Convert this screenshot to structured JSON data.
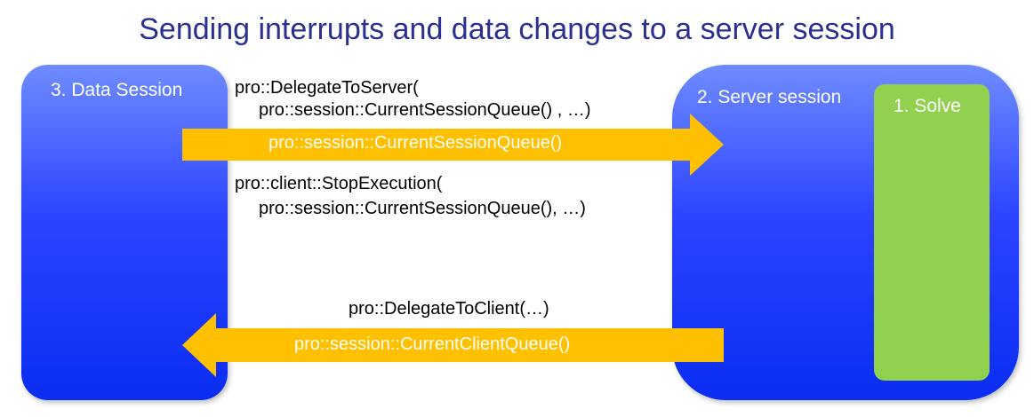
{
  "title": "Sending interrupts and data changes to a server session",
  "boxes": {
    "data_session": "3. Data Session",
    "server_session": "2. Server session",
    "solve": "1. Solve"
  },
  "calls": {
    "delegate_to_server_line1": "pro::DelegateToServer(",
    "delegate_to_server_line2": "pro::session::CurrentSessionQueue() , …)",
    "stop_execution_line1": "pro::client::StopExecution(",
    "stop_execution_line2": "pro::session::CurrentSessionQueue(), …)",
    "delegate_to_client": "pro::DelegateToClient(…)"
  },
  "arrows": {
    "to_server_label": "pro::session::CurrentSessionQueue()",
    "to_client_label": "pro::session::CurrentClientQueue()"
  },
  "colors": {
    "title": "#2b2f8f",
    "session_box": "#1a3cff",
    "solve_box": "#92d050",
    "arrow": "#ffc000"
  }
}
